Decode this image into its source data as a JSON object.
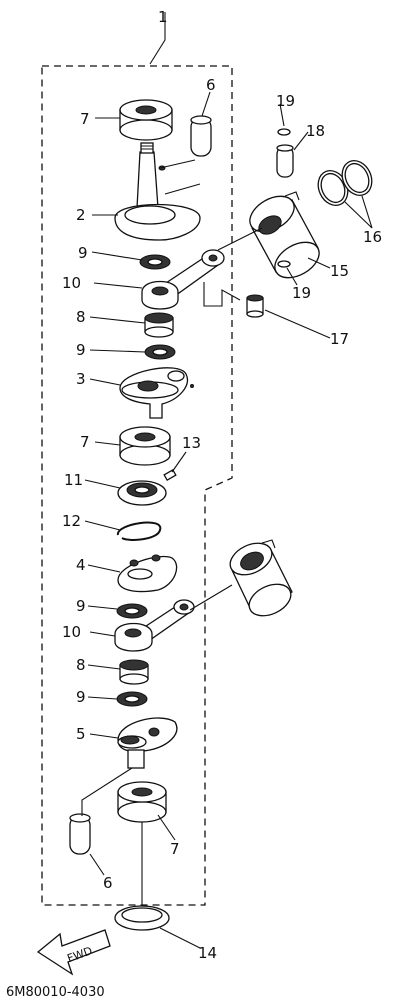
{
  "diagram": {
    "figure_code": "6M80010-4030",
    "fwd_label": "FWD",
    "callouts": {
      "c1": "1",
      "c6a": "6",
      "c7a": "7",
      "c19a": "19",
      "c18": "18",
      "c2": "2",
      "c16": "16",
      "c9a": "9",
      "c15": "15",
      "c10a": "10",
      "c19b": "19",
      "c8a": "8",
      "c17": "17",
      "c9b": "9",
      "c3": "3",
      "c7b": "7",
      "c13": "13",
      "c11": "11",
      "c12": "12",
      "c4": "4",
      "c9c": "9",
      "c10b": "10",
      "c8b": "8",
      "c9d": "9",
      "c5": "5",
      "c7c": "7",
      "c6b": "6",
      "c14": "14"
    }
  }
}
